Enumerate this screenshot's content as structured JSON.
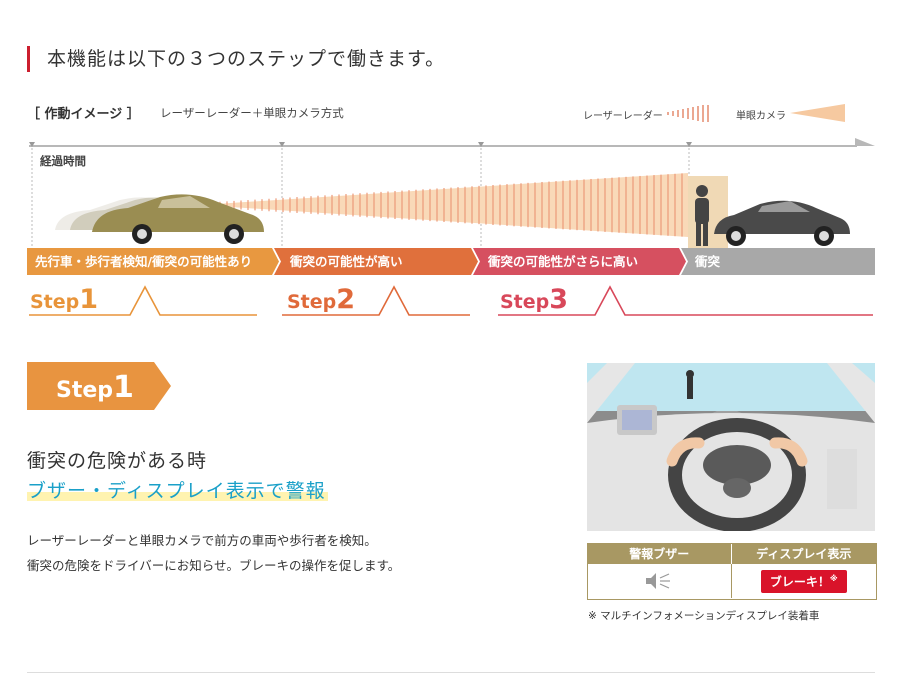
{
  "section_title": "本機能は以下の３つのステップで働きます。",
  "diagram": {
    "label": "［ 作動イメージ ］",
    "subtitle": "レーザーレーダー＋単眼カメラ方式",
    "legend": {
      "radar": "レーザーレーダー",
      "camera": "単眼カメラ"
    },
    "elapsed_label": "経過時間",
    "phases": [
      {
        "label": "先行車・歩行者検知/衝突の可能性あり",
        "color": "#e89840"
      },
      {
        "label": "衝突の可能性が高い",
        "color": "#e0703c"
      },
      {
        "label": "衝突の可能性がさらに高い",
        "color": "#d65060"
      },
      {
        "label": "衝突",
        "color": "#a8a8a8"
      }
    ],
    "steps": [
      {
        "word": "Step",
        "num": "1",
        "color": "#e8943a"
      },
      {
        "word": "Step",
        "num": "2",
        "color": "#e06a3a"
      },
      {
        "word": "Step",
        "num": "3",
        "color": "#d8485a"
      }
    ]
  },
  "detail": {
    "badge_word": "Step",
    "badge_num": "1",
    "heading": "衝突の危険がある時",
    "subheading": "ブザー・ディスプレイ表示で警報",
    "desc_line1": "レーザーレーダーと単眼カメラで前方の車両や歩行者を検知。",
    "desc_line2": "衝突の危険をドライバーにお知らせ。ブレーキの操作を促します。"
  },
  "alert_table": {
    "col1": "警報ブザー",
    "col2": "ディスプレイ表示",
    "display_text": "ブレーキ！",
    "display_mark": "※"
  },
  "footnote": "※ マルチインフォメーションディスプレイ装着車",
  "colors": {
    "accent_red": "#cc1f2f",
    "brake_red": "#d9132a",
    "table_gold": "#a89863",
    "cyan": "#1aa0c8"
  }
}
